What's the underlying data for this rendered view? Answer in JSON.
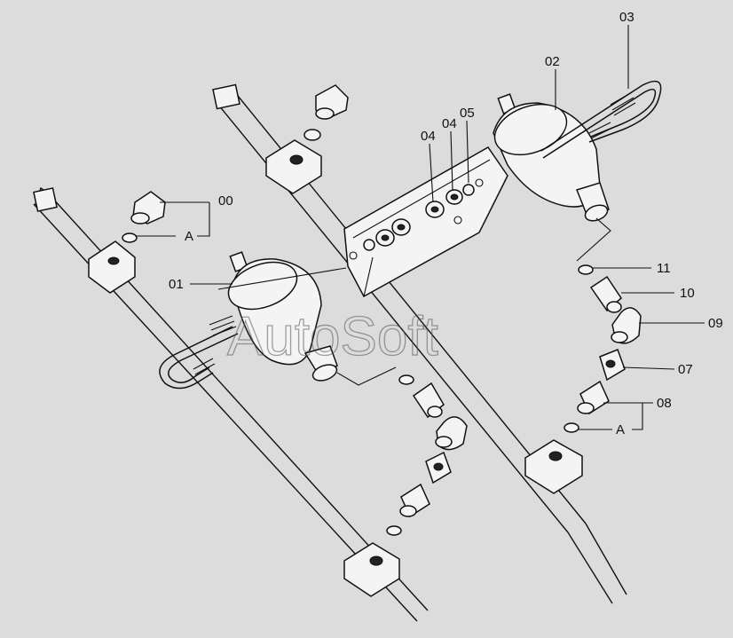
{
  "diagram": {
    "labels": {
      "p00": "00",
      "p01": "01",
      "p02": "02",
      "p03": "03",
      "p04a": "04",
      "p04b": "04",
      "p05": "05",
      "p07": "07",
      "p08": "08",
      "p09": "09",
      "p10": "10",
      "p11": "11",
      "refA1": "A",
      "refA2": "A"
    },
    "watermark": "AutoSoft"
  }
}
